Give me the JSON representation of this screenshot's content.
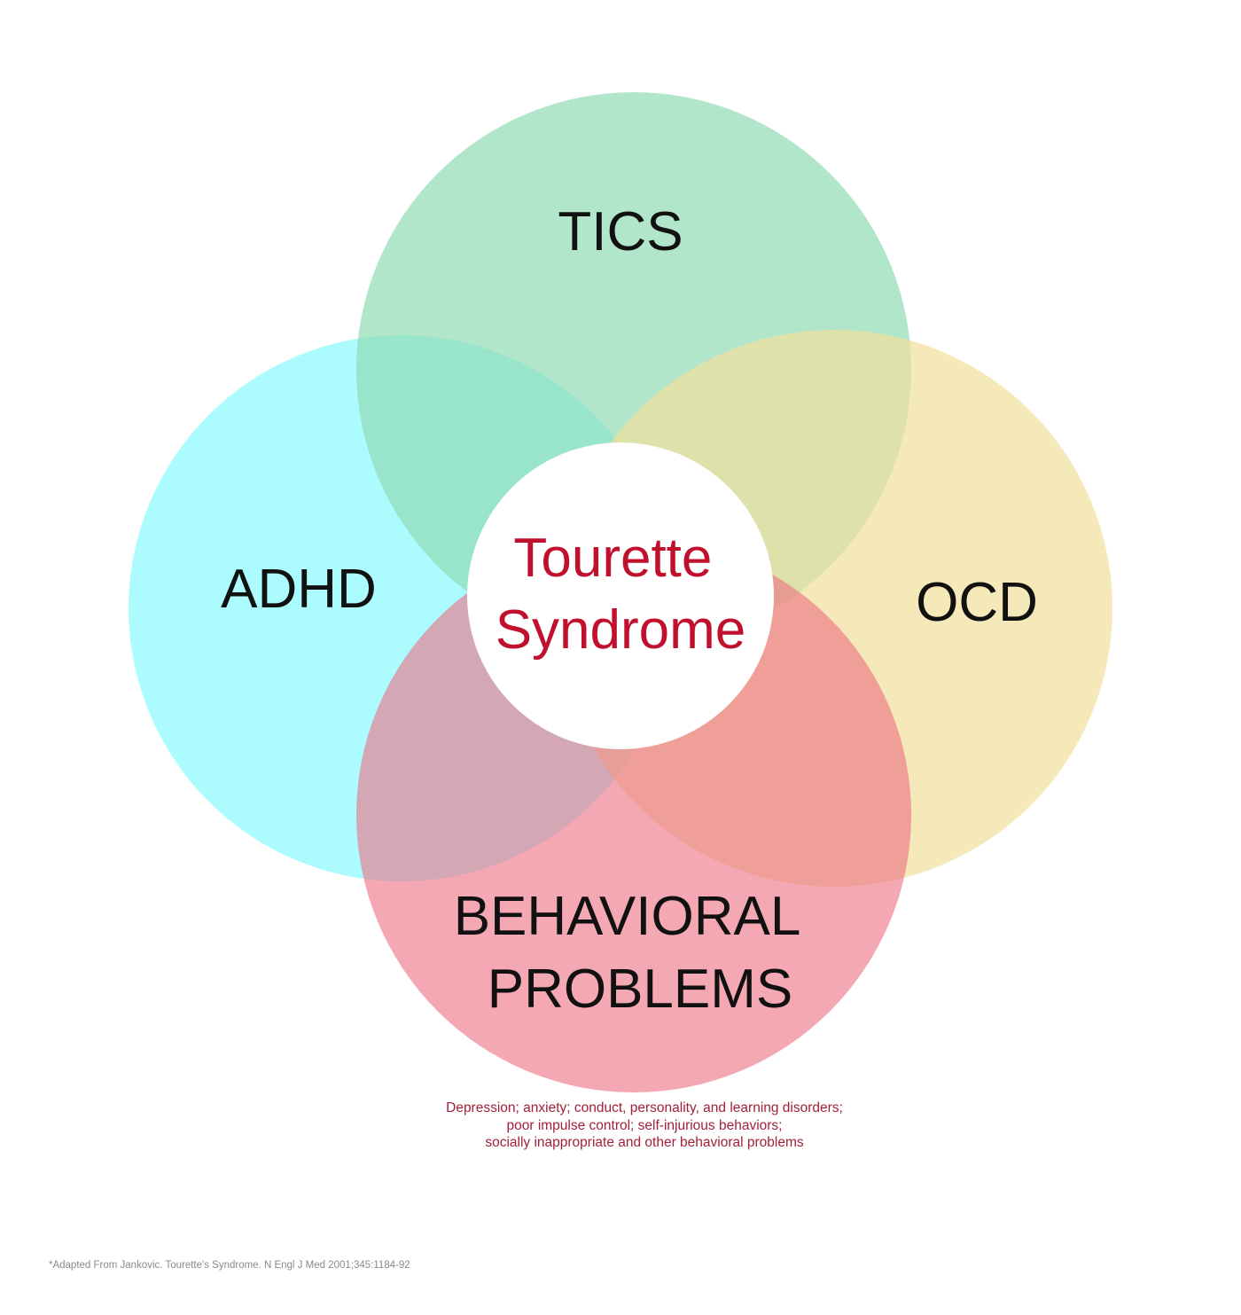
{
  "diagram": {
    "circles": [
      {
        "id": "tics",
        "label_lines": [
          "TICS"
        ],
        "color": "#90dcb5"
      },
      {
        "id": "adhd",
        "label_lines": [
          "ADHD"
        ],
        "color": "#7ffaff"
      },
      {
        "id": "ocd",
        "label_lines": [
          "OCD"
        ],
        "color": "#f1df9b"
      },
      {
        "id": "behavioral",
        "label_lines": [
          "BEHAVIORAL",
          "PROBLEMS"
        ],
        "color": "#ec6e82"
      }
    ],
    "center": {
      "label_lines": [
        "Tourette",
        "Syndrome"
      ],
      "text_color": "#c0102e",
      "fill_color": "#ffffff"
    },
    "behavioral_note": {
      "lines": [
        "Depression; anxiety; conduct, personality, and learning disorders;",
        "poor impulse control; self-injurious behaviors;",
        "socially inappropriate and other behavioral problems"
      ],
      "color": "#a3203a"
    },
    "citation": "*Adapted From Jankovic. Tourette's Syndrome. N Engl J Med 2001;345:1184-92"
  }
}
